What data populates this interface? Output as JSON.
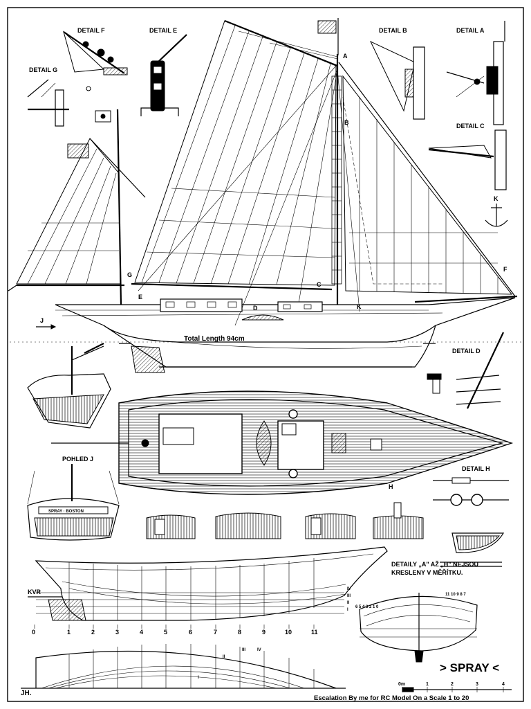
{
  "labels": {
    "detail_f": "DETAIL F",
    "detail_e": "DETAIL E",
    "detail_g": "DETAIL G",
    "detail_b": "DETAIL B",
    "detail_a": "DETAIL A",
    "detail_c": "DETAIL C",
    "detail_d": "DETAIL D",
    "detail_h": "DETAIL H",
    "pohled_j": "POHLED J",
    "mark_a": "A",
    "mark_b": "B",
    "mark_c": "C",
    "mark_d": "D",
    "mark_e": "E",
    "mark_f": "F",
    "mark_g": "G",
    "mark_h": "H",
    "mark_j": "J",
    "mark_k": "K",
    "mark_k2": "K",
    "total_length": "Total Length 94cm",
    "stern_name": "SPRAY · BOSTON",
    "note_line1": "DETAILY „A\" AŽ „H\" NEJSOU",
    "note_line2": "KRESLENY V MĚŘÍTKU.",
    "kvr": "KVR",
    "wl_iv": "IV",
    "wl_iii": "III",
    "wl_ii": "II",
    "wl_i": "I",
    "plan_ii": "II",
    "plan_iii": "III",
    "plan_iv": "IV",
    "plan_i": "I",
    "station_labels": [
      "0",
      "1",
      "2",
      "3",
      "4",
      "5",
      "6",
      "7",
      "8",
      "9",
      "10",
      "11"
    ],
    "body_left": "6 5 4 3 2 1 0",
    "body_right": "11   10 9 8 7",
    "title": "> SPRAY <",
    "initials": "JH.",
    "escalation": "Escalation By me for RC Model On a Scale 1 to 20",
    "scale_labels": [
      "0m",
      "1",
      "2",
      "3",
      "4"
    ]
  }
}
